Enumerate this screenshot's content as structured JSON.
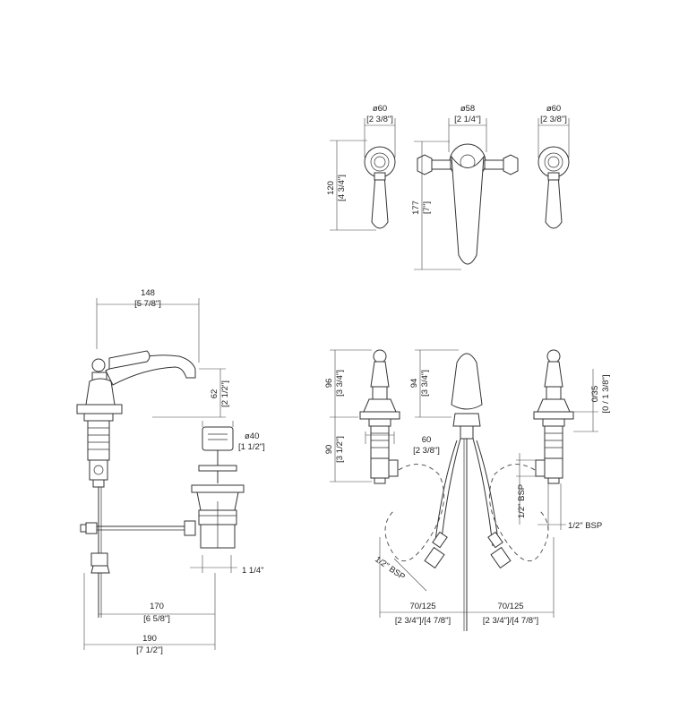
{
  "top_view": {
    "left_handle": {
      "diameter": "ø60",
      "diameter_in": "[2 3/8\"]",
      "height": "120",
      "height_in": "[4 3/4\"]"
    },
    "spout": {
      "diameter": "ø58",
      "diameter_in": "[2 1/4\"]",
      "height": "177",
      "height_in": "[7\"]"
    },
    "right_handle": {
      "diameter": "ø60",
      "diameter_in": "[2 3/8\"]"
    }
  },
  "side_view": {
    "spout_reach": "148",
    "spout_reach_in": "[5 7/8\"]",
    "spout_height": "62",
    "spout_height_in": "[2 1/2\"]",
    "waste_diameter": "ø40",
    "waste_diameter_in": "[1 1/2\"]",
    "waste_outlet": "1 1/4\"",
    "rod_distance": "170",
    "rod_distance_in": "[6 5/8\"]",
    "total_length": "190",
    "total_length_in": "[7 1/2\"]"
  },
  "front_view": {
    "handle_height": "96",
    "handle_height_in": "[3 3/4\"]",
    "spout_height": "94",
    "spout_height_in": "[3 3/4\"]",
    "deck_thickness": "0/35",
    "deck_thickness_in": "[0 / 1 3/8\"]",
    "below_deck": "90",
    "below_deck_in": "[3 1/2\"]",
    "body_diameter": "60",
    "body_diameter_in": "[2 3/8\"]",
    "bsp_vertical": "1/2\" BSP",
    "bsp_horizontal": "1/2\" BSP",
    "bsp_hose": "1/2\" BSP",
    "left_spacing": "70/125",
    "left_spacing_in": "[2 3/4\"]/[4 7/8\"]",
    "right_spacing": "70/125",
    "right_spacing_in": "[2 3/4\"]/[4 7/8\"]"
  }
}
